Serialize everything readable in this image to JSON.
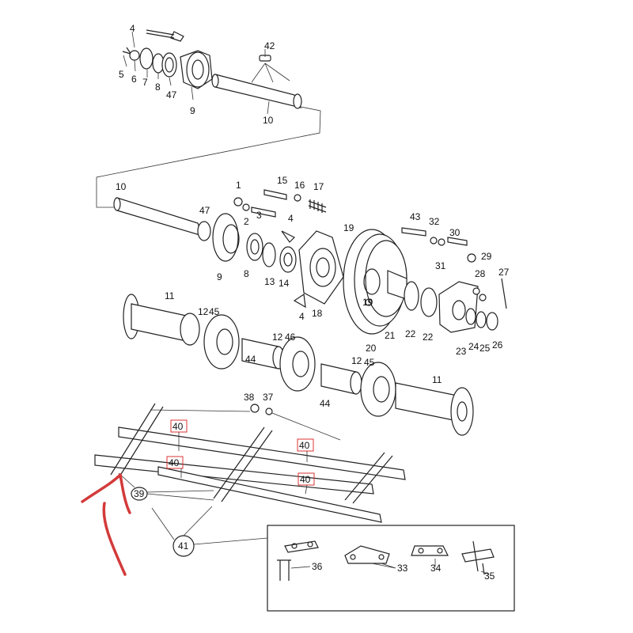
{
  "diagram": {
    "part_labels": {
      "p4a": "4",
      "p5": "5",
      "p6": "6",
      "p7": "7",
      "p8a": "8",
      "p47a": "47",
      "p9a": "9",
      "p42": "42",
      "p10a": "10",
      "p10b": "10",
      "p1": "1",
      "p2": "2",
      "p3": "3",
      "p47b": "47",
      "p9b": "9",
      "p8b": "8",
      "p13": "13",
      "p14": "14",
      "p4b": "4",
      "p4c": "4",
      "p15": "15",
      "p16": "16",
      "p17": "17",
      "p18": "18",
      "p19a": "19",
      "p19b": "19",
      "p20": "20",
      "p21": "21",
      "p22a": "22",
      "p22b": "22",
      "p43": "43",
      "p32": "32",
      "p30": "30",
      "p31": "31",
      "p29": "29",
      "p28": "28",
      "p27": "27",
      "p23": "23",
      "p24": "24",
      "p25": "25",
      "p26": "26",
      "p11a": "11",
      "p12a": "12",
      "p45a": "45",
      "p12b": "12",
      "p46": "46",
      "p44a": "44",
      "p44b": "44",
      "p12c": "12",
      "p45b": "45",
      "p11b": "11",
      "p38": "38",
      "p37": "37",
      "p40a": "40",
      "p40b": "40",
      "p40c": "40",
      "p40d": "40",
      "p39": "39",
      "p41": "41",
      "p36": "36",
      "p33": "33",
      "p34": "34",
      "p35": "35"
    },
    "annotation_color": "#d33a3a"
  }
}
